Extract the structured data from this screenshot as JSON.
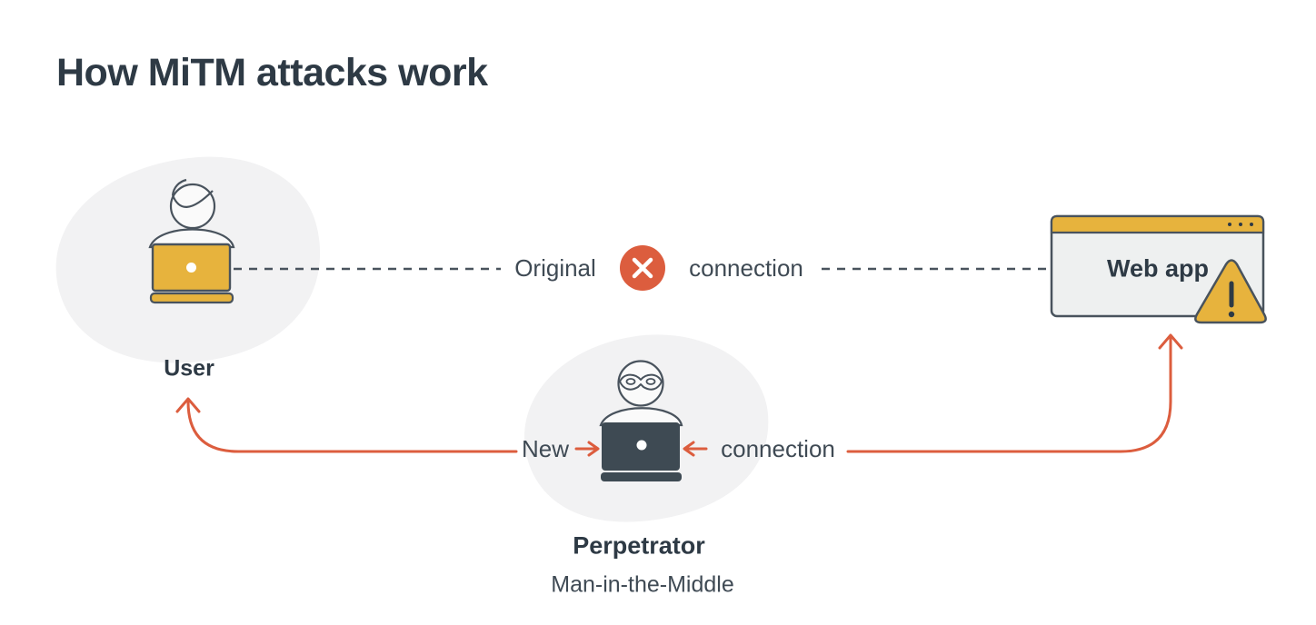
{
  "title": "How MiTM attacks work",
  "colors": {
    "accent": "#dc5d3e",
    "yellow": "#e7b33d",
    "outline": "#49535d",
    "dark": "#2e3a45",
    "text": "#3f4a54",
    "blob": "#f2f2f3",
    "window_body": "#eef0f0",
    "laptop_dark": "#3e4a53"
  },
  "nodes": {
    "user": {
      "label": "User"
    },
    "web_app": {
      "label": "Web app"
    },
    "perpetrator": {
      "label": "Perpetrator",
      "sublabel": "Man-in-the-Middle"
    }
  },
  "connections": {
    "original": {
      "label_left": "Original",
      "label_right": "connection",
      "status": "blocked",
      "style": "dashed"
    },
    "new": {
      "label_left": "New",
      "label_right": "connection",
      "style": "solid-red"
    }
  },
  "icons": {
    "blocked": "x-in-circle",
    "warning": "exclamation-triangle"
  }
}
